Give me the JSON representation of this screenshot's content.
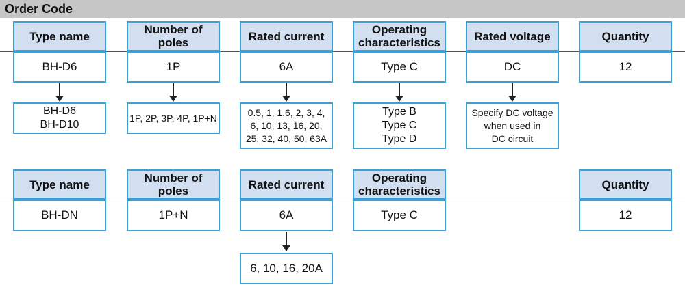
{
  "title": "Order Code",
  "section1": {
    "headers": [
      "Type name",
      "Number of poles",
      "Rated current",
      "Operating\ncharacteristics",
      "Rated voltage",
      "Quantity"
    ],
    "values": [
      "BH-D6",
      "1P",
      "6A",
      "Type C",
      "DC",
      "12"
    ],
    "options": [
      "BH-D6\nBH-D10",
      "1P, 2P, 3P, 4P, 1P+N",
      "0.5, 1, 1.6, 2, 3, 4,\n6, 10, 13, 16, 20,\n25, 32, 40, 50, 63A",
      "Type B\nType C\nType D",
      "Specify DC voltage\nwhen used in\nDC circuit"
    ]
  },
  "section2": {
    "headers": [
      "Type name",
      "Number of poles",
      "Rated current",
      "Operating\ncharacteristics",
      "Quantity"
    ],
    "values": [
      "BH-DN",
      "1P+N",
      "6A",
      "Type C",
      "12"
    ],
    "options": [
      "6, 10, 16, 20A"
    ]
  }
}
